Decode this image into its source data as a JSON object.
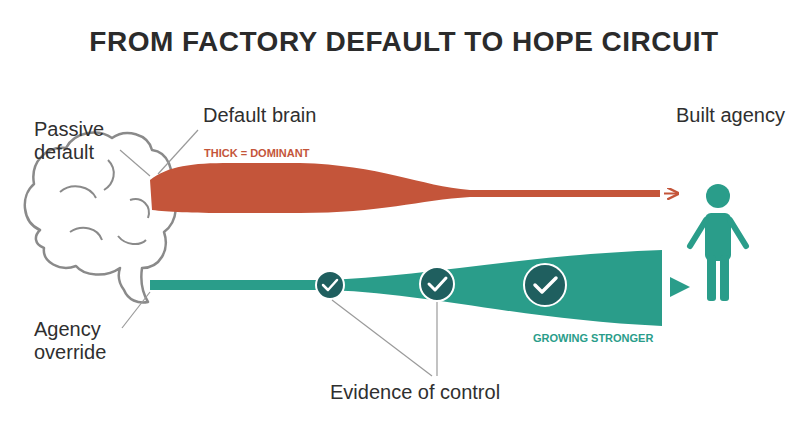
{
  "diagram": {
    "title": "FROM FACTORY DEFAULT TO HOPE CIRCUIT",
    "labels": [
      "Passive default",
      "Default brain",
      "THICK = DOMINANT",
      "Built agency",
      "Agency override",
      "Evidence of control",
      "GROWING STRONGER"
    ]
  }
}
